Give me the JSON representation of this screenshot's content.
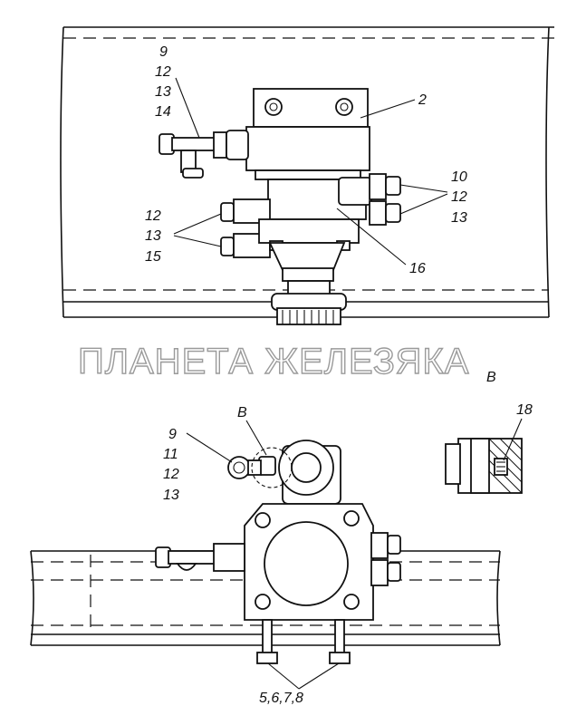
{
  "watermark": "ПЛАНЕТА ЖЕЛЕЗЯКА",
  "top_view": {
    "callout_left_top": [
      "9",
      "12",
      "13",
      "14"
    ],
    "callout_2": "2",
    "callout_right": [
      "10",
      "12",
      "13"
    ],
    "callout_left_mid": [
      "12",
      "13",
      "15"
    ],
    "callout_16": "16"
  },
  "bottom_view": {
    "view_mark": "В",
    "callout_view": "В",
    "callout_left": [
      "9",
      "11",
      "12",
      "13"
    ],
    "callout_18": "18",
    "callout_bottom": "5,6,7,8"
  }
}
